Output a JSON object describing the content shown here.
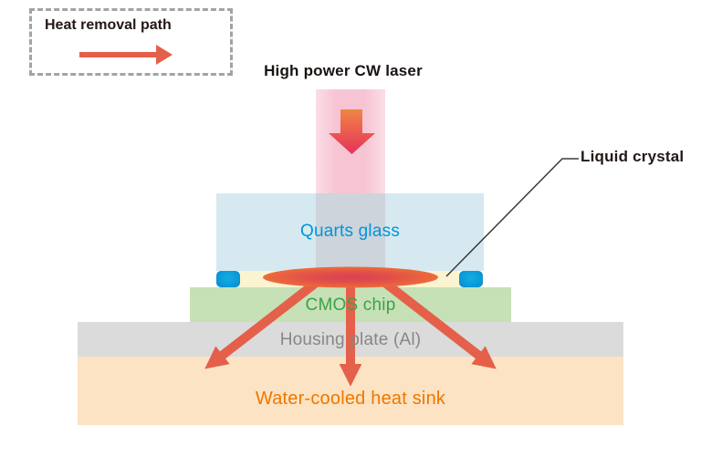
{
  "legend": {
    "label": "Heat removal path"
  },
  "labels": {
    "laser": "High power CW laser",
    "glass": "Quarts glass",
    "liquid_crystal": "Liquid crystal",
    "chip": "CMOS chip",
    "housing": "Housing plate (Al)",
    "heatsink": "Water-cooled heat sink"
  },
  "colors": {
    "heat_arrow": "#e4604a",
    "glass_fill": "#d6e9f0",
    "glass_text": "#0095d9",
    "liquid_crystal_fill": "#fbf4d0",
    "spacer_fill": "#0a9cd9",
    "chip_fill": "#c6e1b5",
    "chip_text": "#3ba24b",
    "housing_fill": "#dbdbdb",
    "housing_text": "#878787",
    "heatsink_fill": "#fce3c3",
    "heatsink_text": "#ed7700",
    "beam_pink": "#f6c4d2",
    "beam_in_glass": "#cdd4db",
    "laser_arrow_top": "#ef8a43",
    "laser_arrow_bottom": "#e62e5c",
    "hotspot_center": "#d94058",
    "hotspot_edge": "#ec6b3c"
  }
}
